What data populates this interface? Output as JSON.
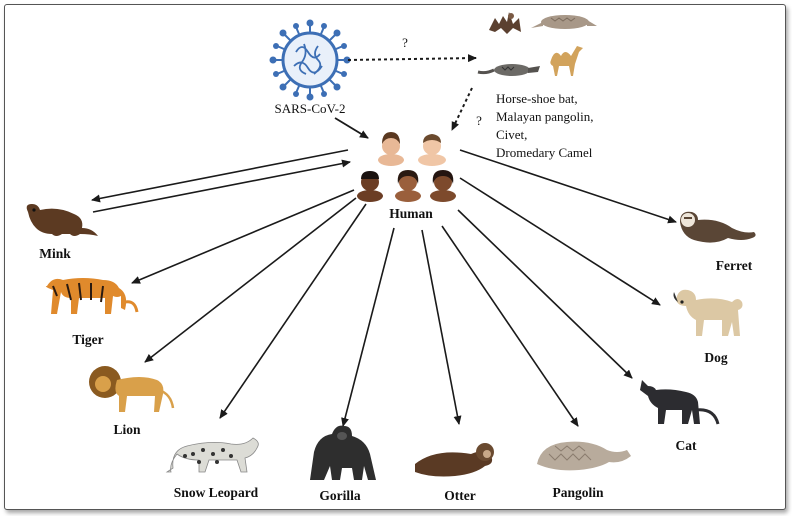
{
  "virus": {
    "label": "SARS-CoV-2"
  },
  "question_marks": [
    "?",
    "?"
  ],
  "reservoir": {
    "lines": [
      "Horse-shoe bat,",
      "Malayan pangolin,",
      "Civet,",
      "Dromedary Camel"
    ]
  },
  "human": {
    "label": "Human"
  },
  "animals": [
    "Mink",
    "Tiger",
    "Lion",
    "Snow Leopard",
    "Gorilla",
    "Otter",
    "Pangolin",
    "Cat",
    "Dog",
    "Ferret"
  ],
  "colors": {
    "arrow": "#1a1a1a",
    "virus_blue": "#3d6fb5",
    "skin_light": "#e8b896",
    "skin_dark": "#6b3d24"
  }
}
